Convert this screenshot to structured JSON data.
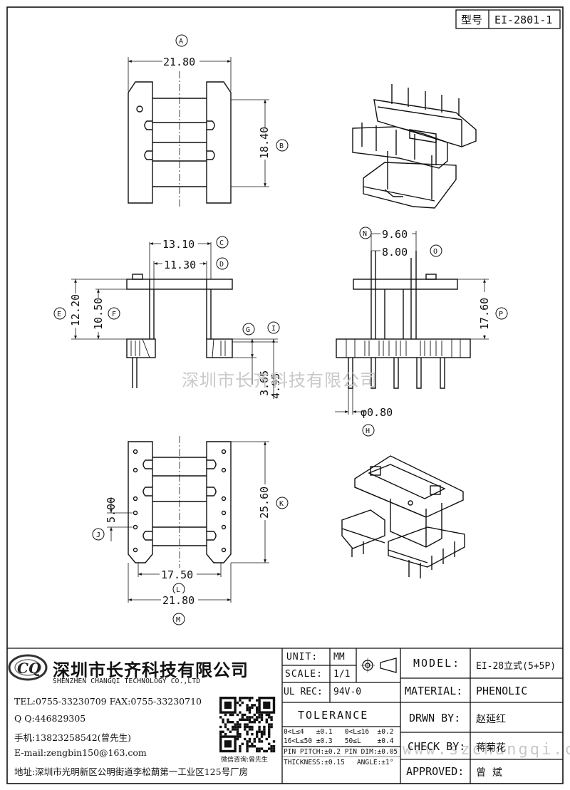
{
  "model_box": {
    "label": "型号",
    "value": "EI-2801-1"
  },
  "views": {
    "top": {
      "dim_width": "21.80",
      "dim_height": "18.40",
      "label_a": "A",
      "label_b": "B"
    },
    "side": {
      "dim_c": "13.10",
      "dim_d": "11.30",
      "dim_e": "12.20",
      "dim_f": "10.50",
      "dim_g": "3.65",
      "dim_i": "4.95",
      "label_c": "C",
      "label_d": "D",
      "label_e": "E",
      "label_f": "F",
      "label_g": "G",
      "label_i": "I"
    },
    "front": {
      "dim_n": "9.60",
      "dim_o": "8.00",
      "dim_p": "17.60",
      "dim_pin": "φ0.80",
      "label_n": "N",
      "label_o": "O",
      "label_p": "P",
      "label_h": "H"
    },
    "bottom": {
      "dim_j": "5.00",
      "dim_k": "25.60",
      "dim_l": "17.50",
      "dim_m": "21.80",
      "label_j": "J",
      "label_k": "K",
      "label_l": "L",
      "label_m": "M"
    }
  },
  "watermark": "深圳市长齐科技有限公司",
  "watermark_url": "www.szchangqi.cn",
  "company": {
    "logo_text": "CQ",
    "name_cn": "深圳市长齐科技有限公司",
    "name_en": "SHENZHEN CHANGQI TECHNOLOGY CO.,LTD",
    "tel": "TEL:0755-33230709 FAX:0755-33230710",
    "qq": "Q Q:446829305",
    "mobile": "手机:13823258542(曾先生)",
    "email": "E-mail:zengbin150@163.com",
    "address": "地址:深圳市光明新区公明街道李松蓢第一工业区125号厂房",
    "qr_caption": "微信咨询:曾先生"
  },
  "spec": {
    "unit_label": "UNIT:",
    "unit_value": "MM",
    "scale_label": "SCALE:",
    "scale_value": "1/1",
    "ulrec_label": "UL REC:",
    "ulrec_value": "94V-0",
    "tolerance_title": "TOLERANCE",
    "tol_row1": "0<L≤4   ±0.1   0<L≤16  ±0.2",
    "tol_row2": "16<L≤50 ±0.3   50≤L    ±0.4",
    "tol_row3": "PIN PITCH:±0.2 PIN DIM:±0.05",
    "tol_row4": "THICKNESS:±0.15   ANGLE:±1°"
  },
  "title_block": {
    "model_label": "MODEL:",
    "model_value": "EI-28立式(5+5P)",
    "material_label": "MATERIAL:",
    "material_value": "PHENOLIC",
    "drawn_label": "DRWN BY:",
    "drawn_value": "赵延红",
    "check_label": "CHECK BY:",
    "check_value": "蒋菊花",
    "approved_label": "APPROVED:",
    "approved_value": "曾  斌"
  }
}
